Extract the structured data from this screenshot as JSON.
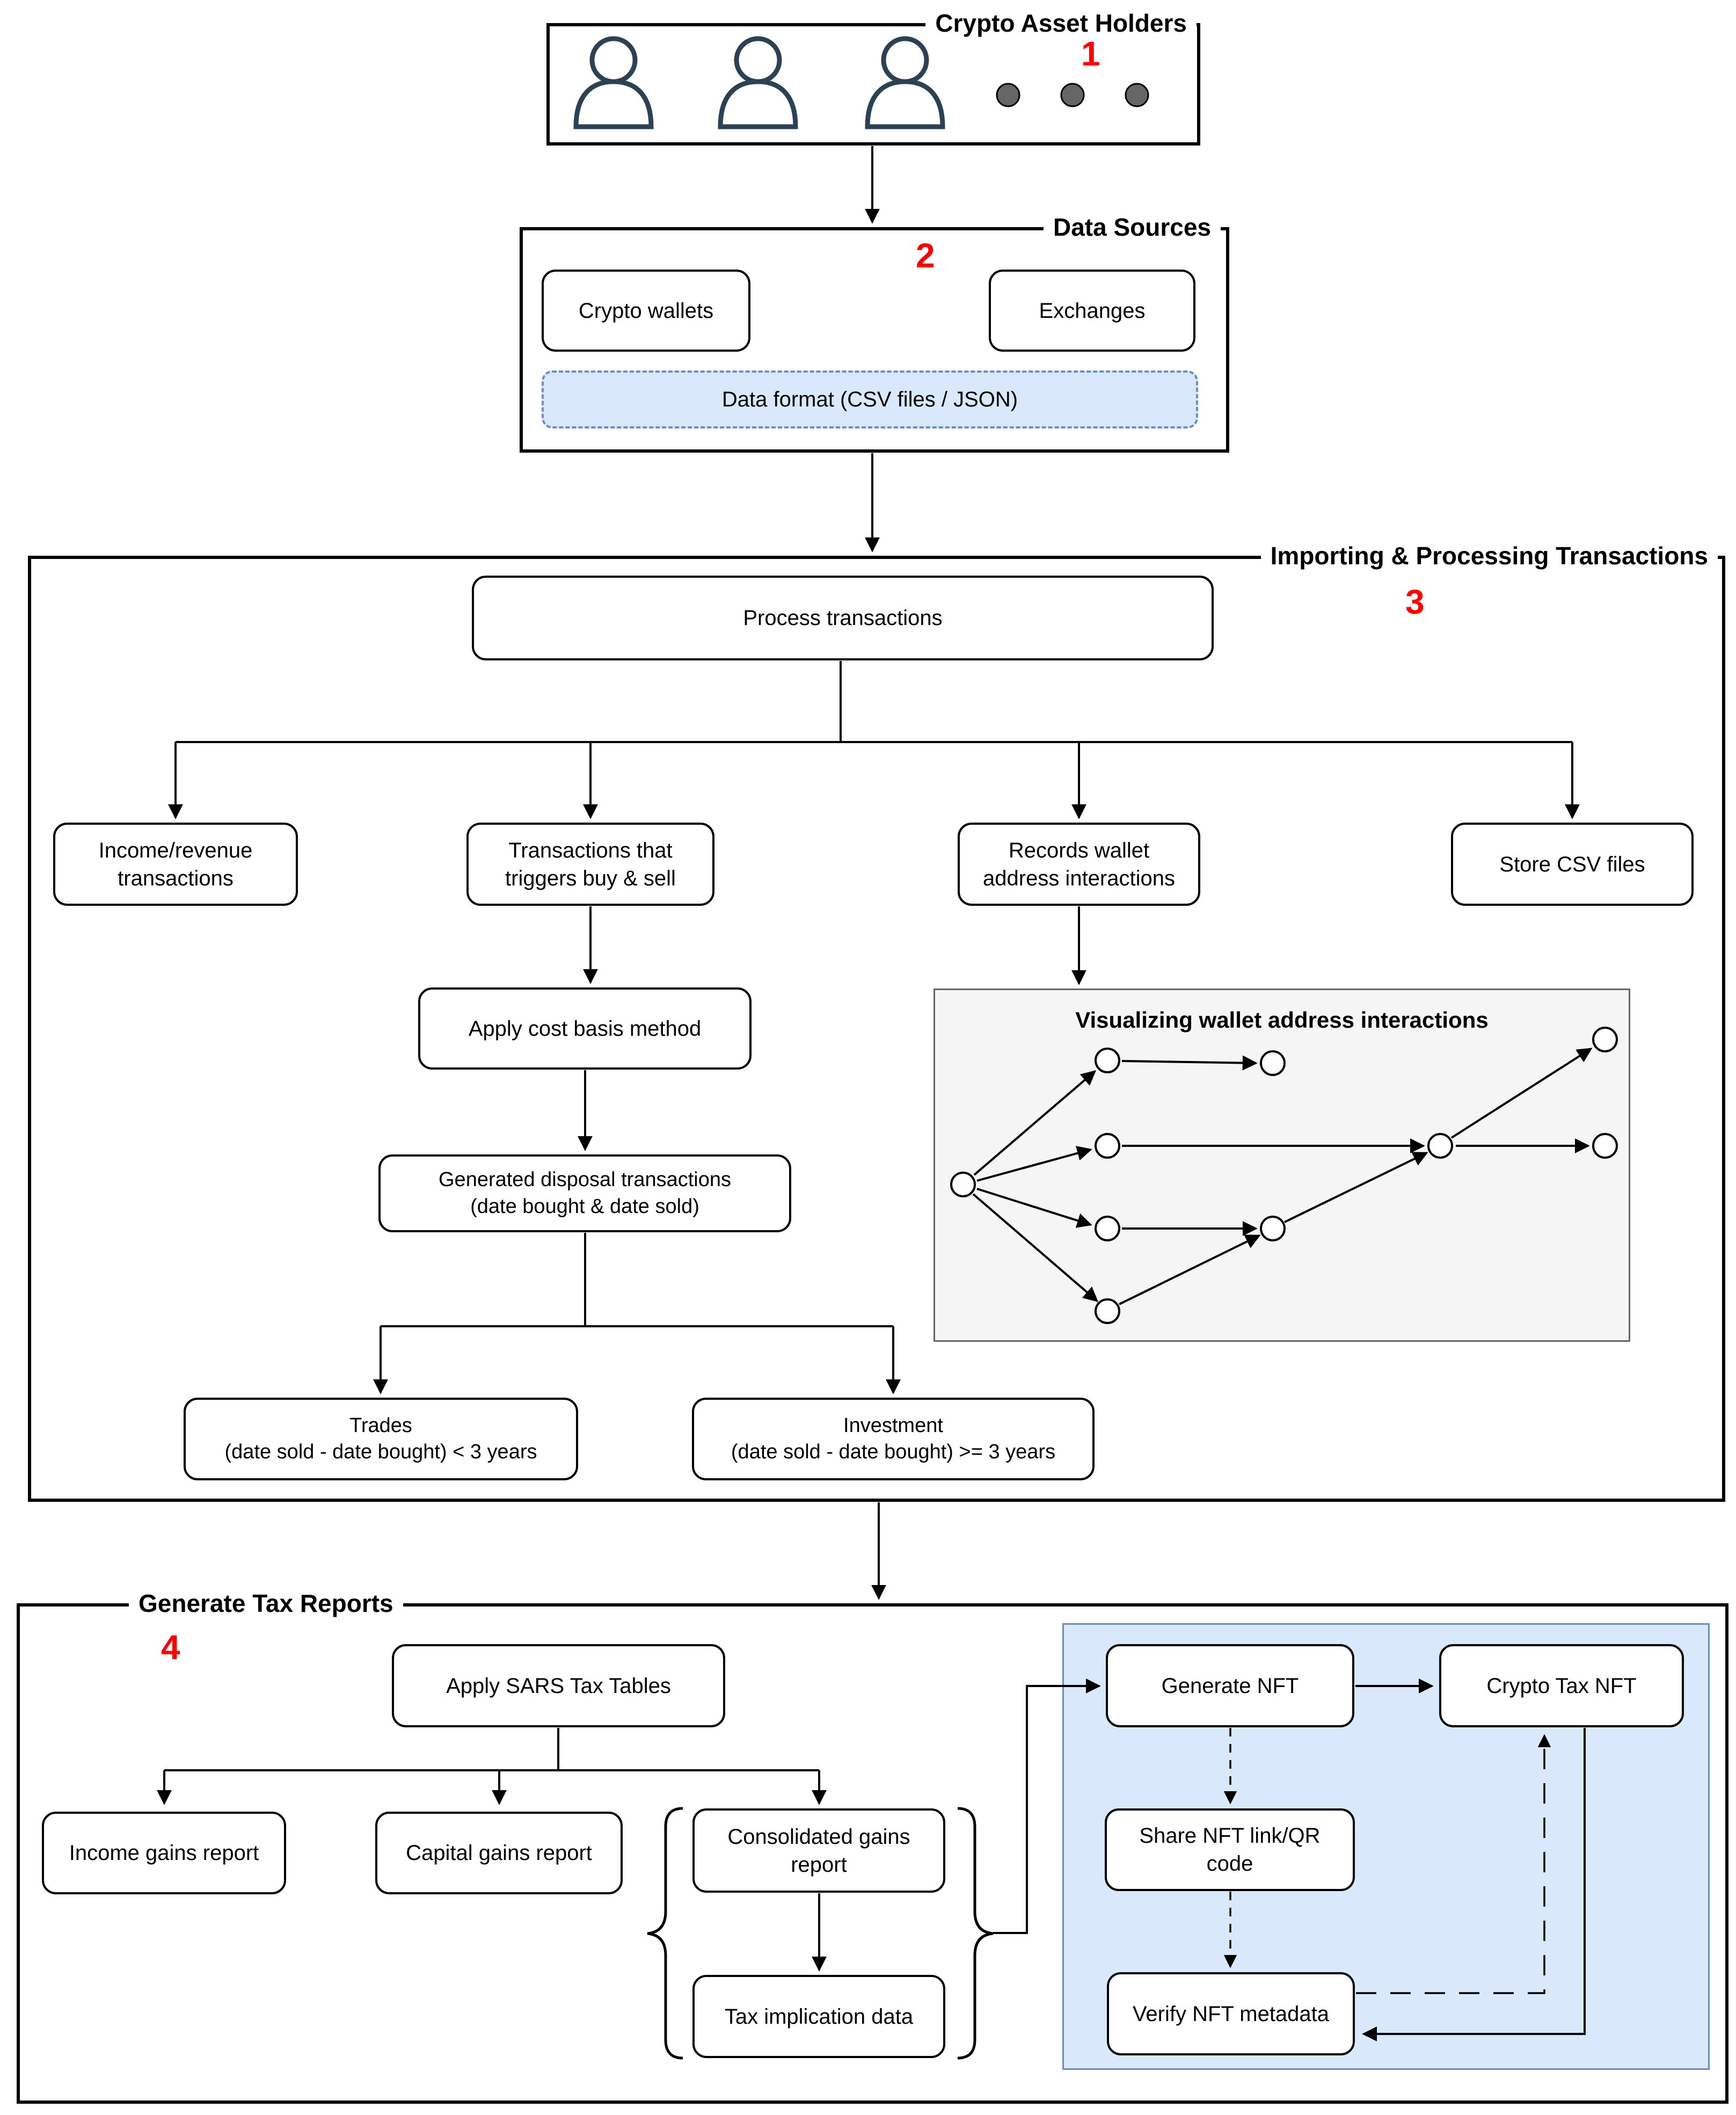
{
  "diagram": {
    "title_numbers": {
      "n1": "1",
      "n2": "2",
      "n3": "3",
      "n4": "4"
    },
    "colors": {
      "accent_blue_fill": "#dae8fc",
      "accent_blue_border": "#6c8ebf",
      "gray_panel_fill": "#f5f5f5",
      "gray_panel_border": "#666666",
      "step_number_red": "#ff0000",
      "person_icon_color": "#2d4154",
      "dot_color": "#666666"
    }
  },
  "holders": {
    "label": "Crypto Asset Holders",
    "num": "1"
  },
  "data_sources": {
    "label": "Data Sources",
    "num": "2",
    "crypto_wallets": "Crypto wallets",
    "exchanges": "Exchanges",
    "data_format": "Data format (CSV files / JSON)"
  },
  "importing": {
    "label": "Importing & Processing Transactions",
    "num": "3",
    "process": "Process transactions",
    "income_revenue": "Income/revenue\ntransactions",
    "trigger": "Transactions that\ntriggers buy & sell",
    "records": "Records wallet\naddress interactions",
    "store_csv": "Store CSV files",
    "cost_basis": "Apply cost basis method",
    "disposal": "Generated disposal transactions\n(date bought & date sold)",
    "visual_title": "Visualizing wallet address interactions",
    "trades": "Trades\n(date sold - date bought) < 3 years",
    "investment": "Investment\n(date sold - date bought) >= 3 years"
  },
  "tax_reports": {
    "label": "Generate Tax Reports",
    "num": "4",
    "apply_sars": "Apply SARS Tax Tables",
    "income_gains": "Income gains report",
    "capital_gains": "Capital gains report",
    "consolidated": "Consolidated gains\nreport",
    "tax_implication": "Tax implication data",
    "generate_nft": "Generate NFT",
    "crypto_tax_nft": "Crypto Tax NFT",
    "share_nft": "Share NFT link/QR\ncode",
    "verify_nft": "Verify NFT metadata"
  }
}
